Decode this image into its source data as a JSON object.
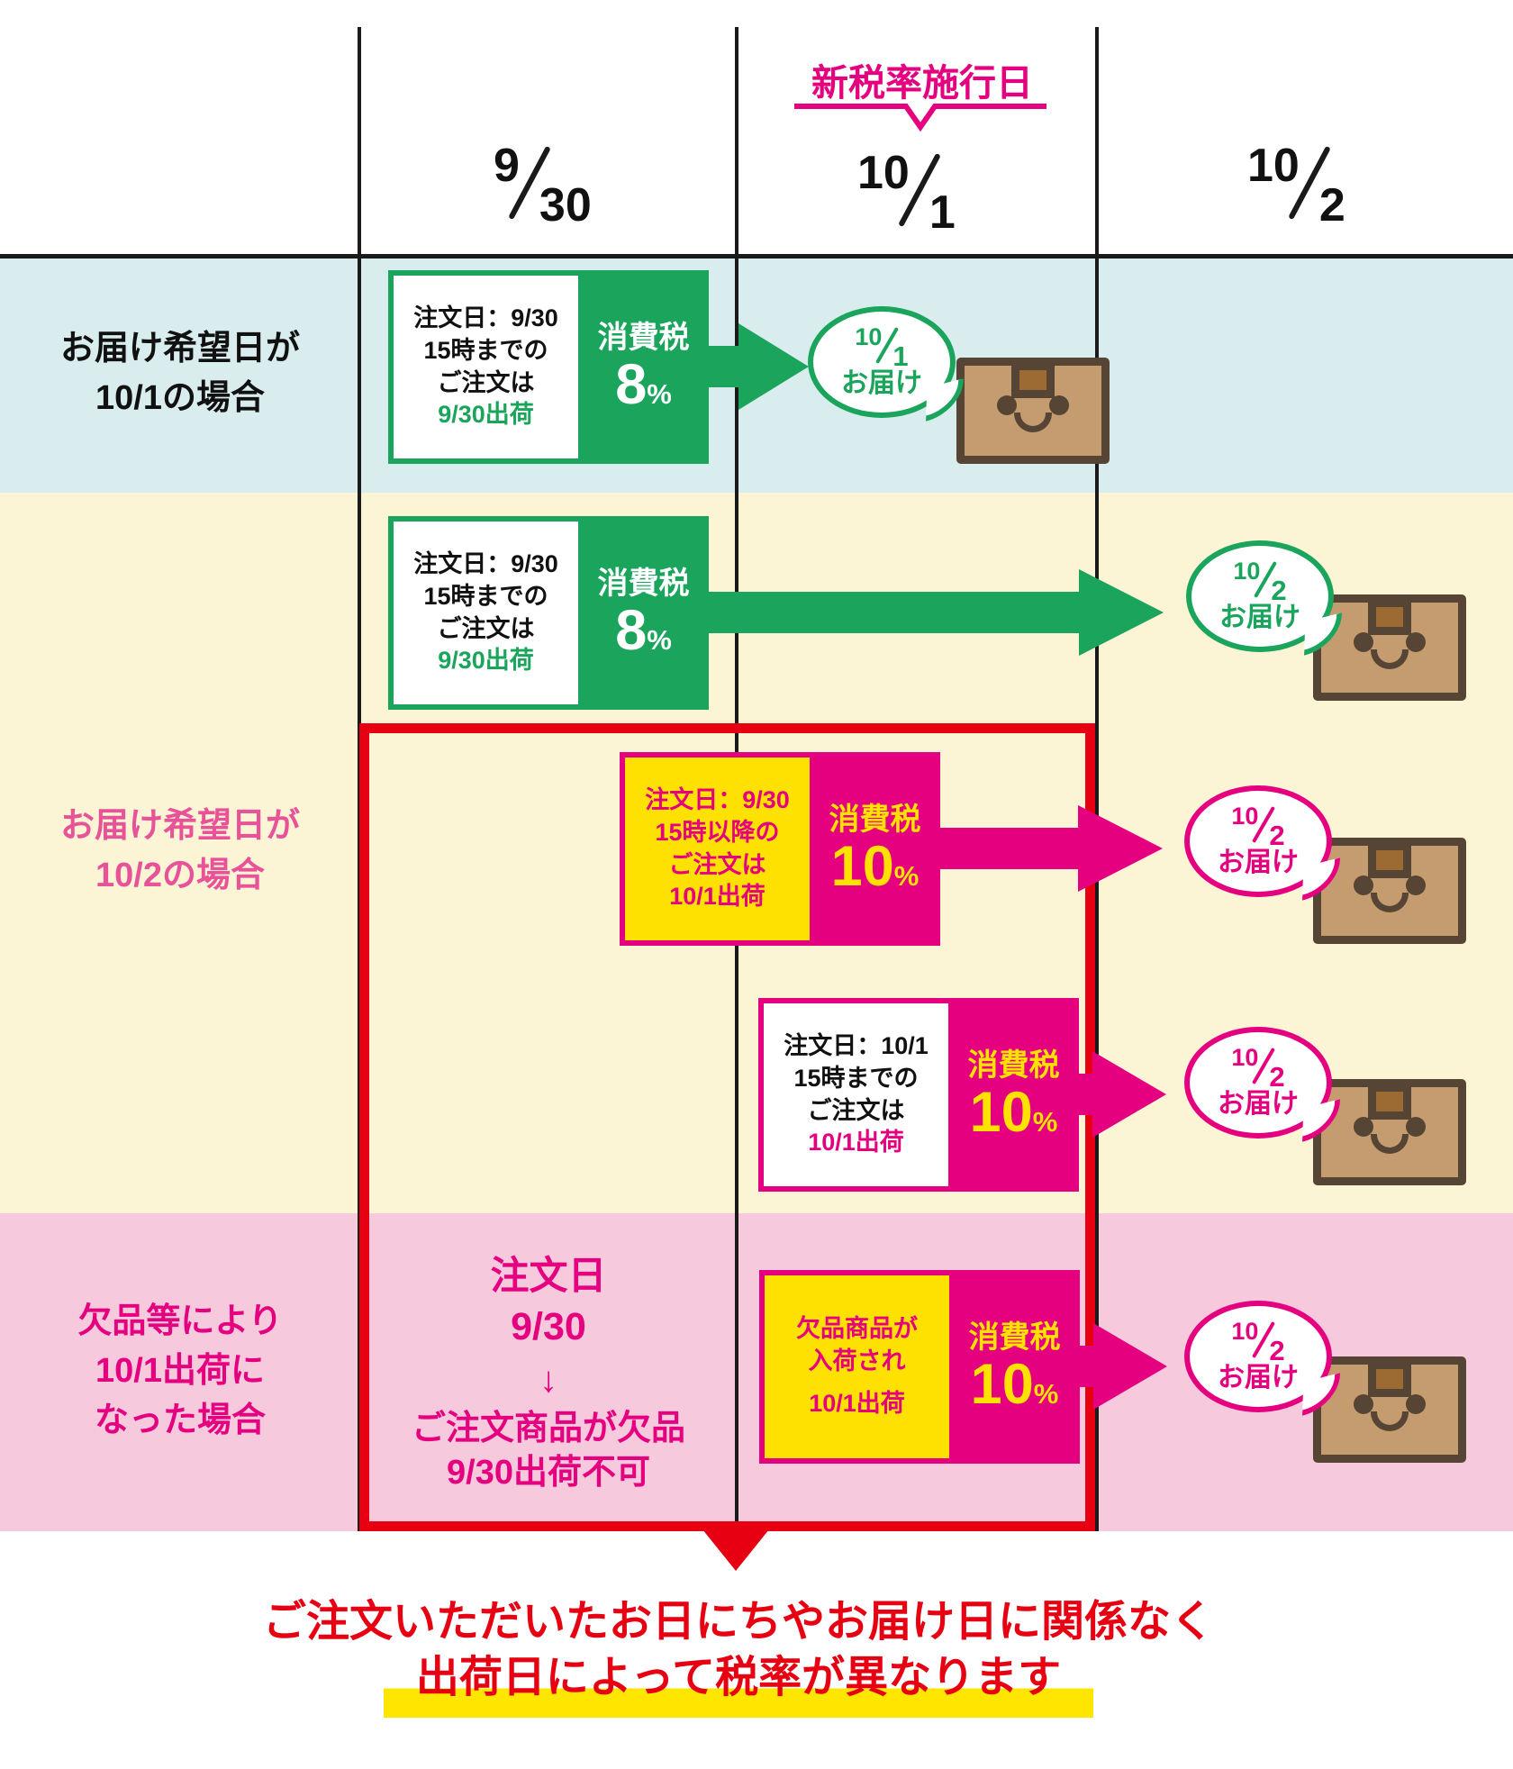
{
  "colors": {
    "green": "#1aa45c",
    "magenta": "#e4007f",
    "pink_label": "#e85298",
    "red": "#e60012",
    "yellow": "#ffe100",
    "hl_yellow": "#ffe600",
    "row_blue": "#d9edee",
    "row_cream": "#fbf4d5",
    "row_pink": "#f7c9dc",
    "tan": "#c59c6f",
    "brown": "#564534",
    "tab_brown": "#9c6a33",
    "line": "#1a1a1a"
  },
  "header": {
    "new_tax_label": "新税率施行日",
    "dates": [
      {
        "num": "9",
        "den": "30"
      },
      {
        "num": "10",
        "den": "1"
      },
      {
        "num": "10",
        "den": "2"
      }
    ]
  },
  "row_labels": [
    {
      "lines": [
        "お届け希望日が",
        "10/1の場合"
      ]
    },
    {
      "lines": [
        "お届け希望日が",
        "10/2の場合"
      ]
    },
    {
      "lines": [
        "欠品等により",
        "10/1出荷に",
        "なった場合"
      ]
    }
  ],
  "stockout_note": {
    "lines": [
      "注文日",
      "9/30",
      "↓",
      "ご注文商品が欠品",
      "9/30出荷不可"
    ]
  },
  "units": [
    {
      "order_lines": [
        "注文日：9/30",
        "15時までの",
        "ご注文は"
      ],
      "ship_line": "9/30出荷",
      "tax_label": "消費税",
      "tax_rate": "8",
      "percent_sign": "%"
    },
    {
      "order_lines": [
        "注文日：9/30",
        "15時までの",
        "ご注文は"
      ],
      "ship_line": "9/30出荷",
      "tax_label": "消費税",
      "tax_rate": "8",
      "percent_sign": "%"
    },
    {
      "order_lines": [
        "注文日：9/30",
        "15時以降の",
        "ご注文は"
      ],
      "ship_line": "10/1出荷",
      "tax_label": "消費税",
      "tax_rate": "10",
      "percent_sign": "%"
    },
    {
      "order_lines": [
        "注文日：10/1",
        "15時までの",
        "ご注文は"
      ],
      "ship_line": "10/1出荷",
      "tax_label": "消費税",
      "tax_rate": "10",
      "percent_sign": "%"
    },
    {
      "order_lines": [
        "欠品商品が",
        "入荷され"
      ],
      "ship_line": "10/1出荷",
      "tax_label": "消費税",
      "tax_rate": "10",
      "percent_sign": "%"
    }
  ],
  "bubbles": [
    {
      "num": "10",
      "den": "1",
      "label": "お届け"
    },
    {
      "num": "10",
      "den": "2",
      "label": "お届け"
    },
    {
      "num": "10",
      "den": "2",
      "label": "お届け"
    },
    {
      "num": "10",
      "den": "2",
      "label": "お届け"
    },
    {
      "num": "10",
      "den": "2",
      "label": "お届け"
    }
  ],
  "footer": {
    "line1": "ご注文いただいたお日にちやお届け日に関係なく",
    "line2": "出荷日によって税率が異なります"
  }
}
